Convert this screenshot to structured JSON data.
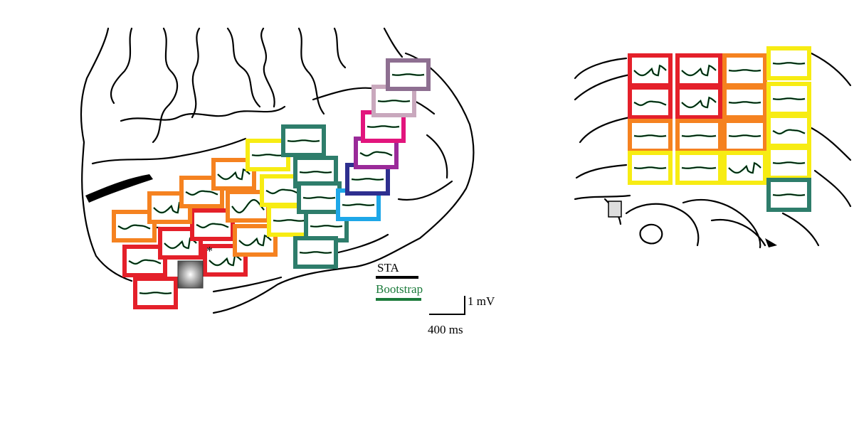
{
  "legend": {
    "sta_label": "STA",
    "sta_color": "#000000",
    "bootstrap_label": "Bootstrap",
    "bootstrap_color": "#1a7a3a"
  },
  "scale": {
    "amplitude_label": "1 mV",
    "time_label": "400 ms"
  },
  "colors": {
    "red": "#e4202a",
    "orange": "#f58220",
    "yellow": "#f7ec13",
    "teal": "#2e7d6b",
    "sky": "#1ea7e8",
    "navy": "#2e2f8f",
    "purple": "#9a2a99",
    "magenta": "#e2157d",
    "pink": "#c9a8bd",
    "mauve": "#8e6f91"
  },
  "annotations": {
    "star": "*"
  }
}
